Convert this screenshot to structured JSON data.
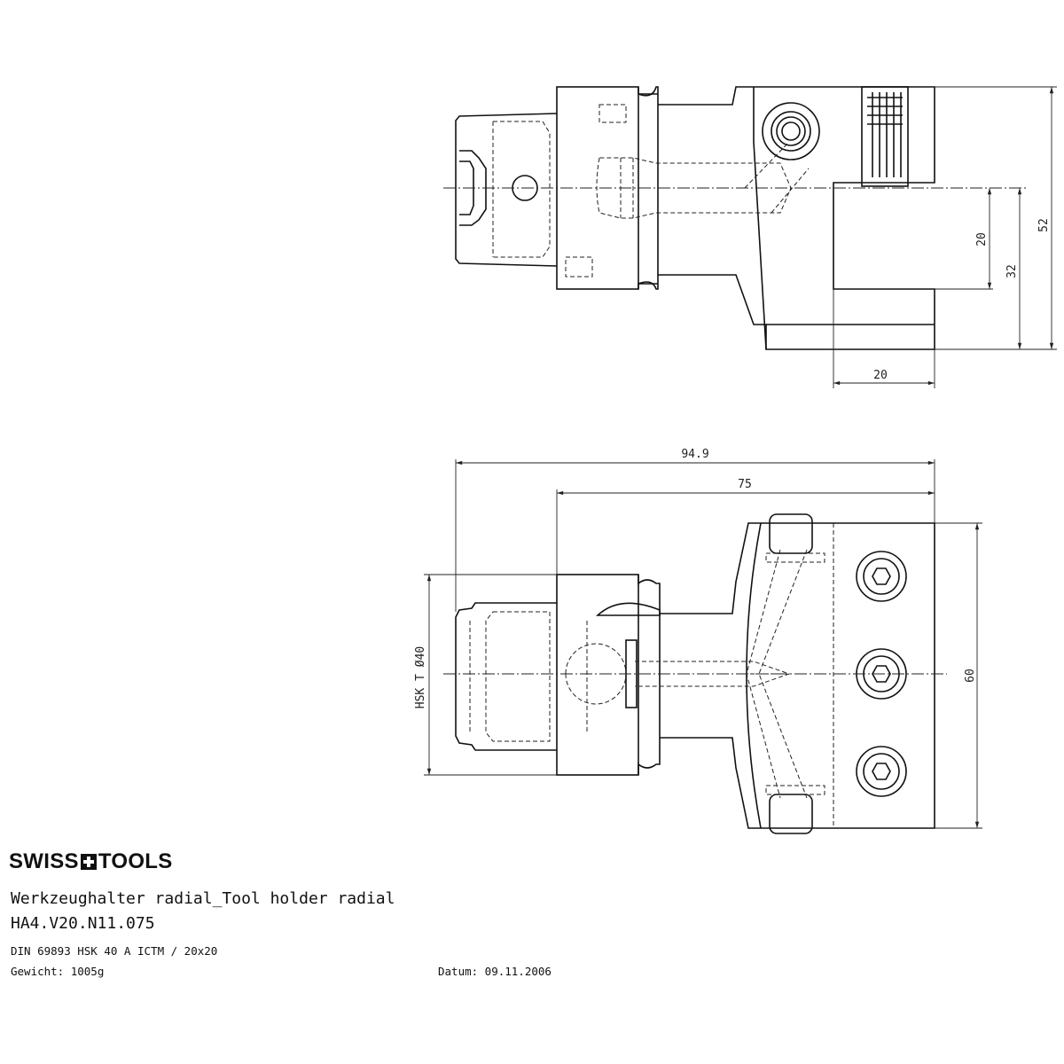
{
  "title_block": {
    "brand_left": "SWISS",
    "brand_right": "TOOLS",
    "title": "Werkzeughalter radial_Tool holder radial",
    "part_number": "HA4.V20.N11.075",
    "standard": "DIN 69893 HSK 40 A ICTM / 20x20",
    "weight": "Gewicht: 1005g",
    "date": "Datum: 09.11.2006"
  },
  "dimensions": {
    "top_view": {
      "shank_height": "20",
      "center_height": "32",
      "overall_height": "52",
      "shank_width": "20"
    },
    "side_view": {
      "overall_length": "94.9",
      "body_length": "75",
      "hsk_diameter": "HSK T Ø40",
      "block_height": "60"
    }
  },
  "colors": {
    "line": "#111111",
    "background": "#ffffff"
  }
}
